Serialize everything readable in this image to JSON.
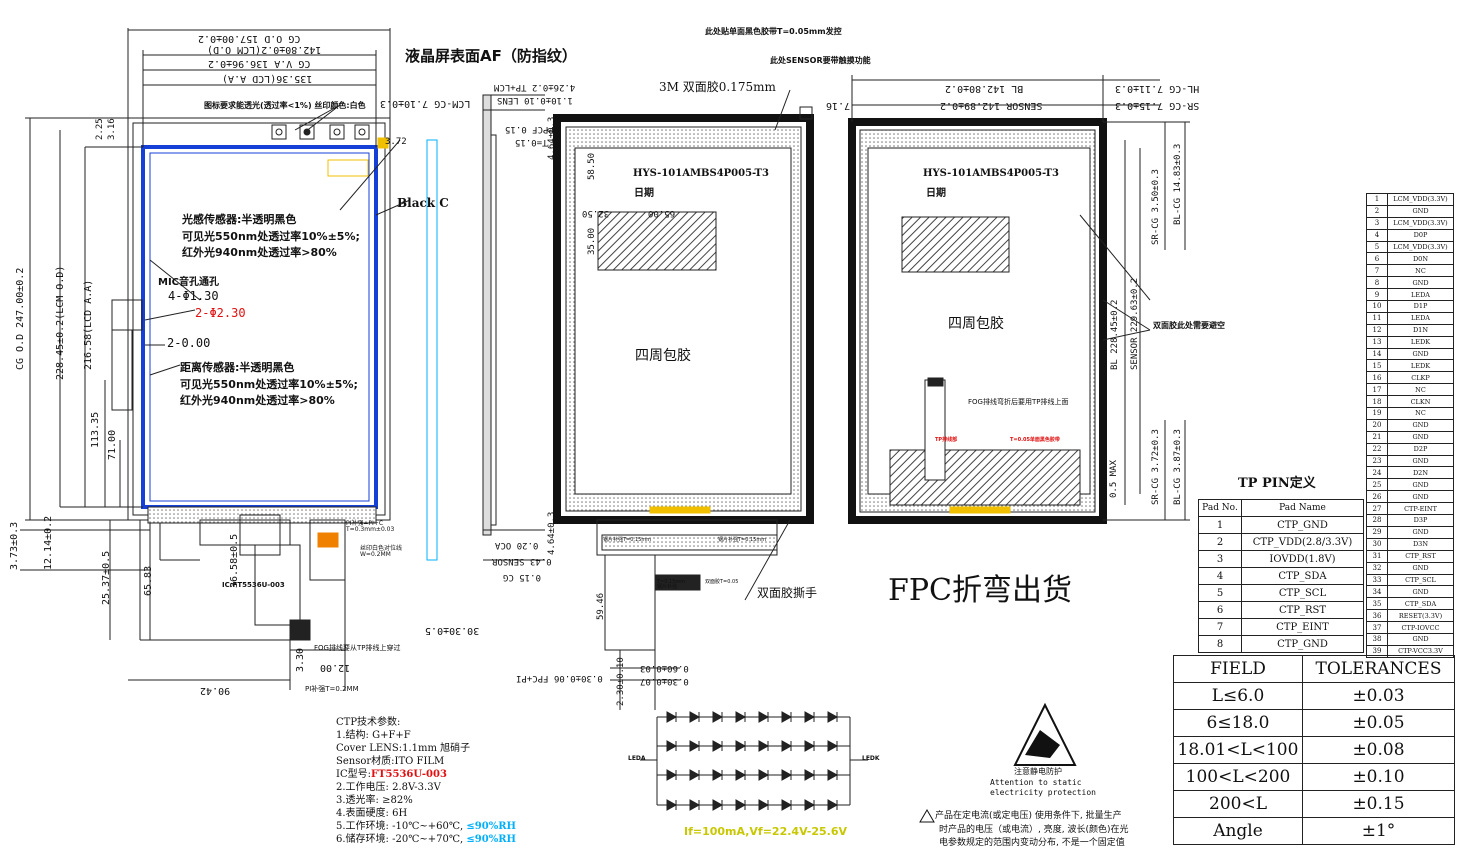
{
  "colors": {
    "lcd_blue": "#1540d8",
    "red": "#e01010",
    "cyan": "#00b0ff",
    "yellow": "#f0c000",
    "hatch": "#555555"
  },
  "left_view": {
    "dim_cg_width": "CG O.D 157.00±0.2",
    "dim_lcm_od": "142.80±0.2(LCM O.D)",
    "dim_cgva": "CG V.A 136.96±0.2",
    "dim_lcd_aa": "135.36(LCD A.A)",
    "note_top": "图标要求能透光(透过率<1%) 丝印颜色:白色",
    "dim_225": "2.25",
    "dim_316": "3.16",
    "dim_cg_height": "CG O.D 247.00±0.2",
    "dim_lcm_height": "228.45±0.2(LCM O.D)",
    "dim_lcd_height": "216.58(LCD A.A)",
    "dim_373": "3.73±0.3",
    "dim_1214": "12.14±0.2",
    "dim_2537": "25.37±0.5",
    "dim_6583": "65.83",
    "dim_11335": "113.35",
    "dim_7100": "71.00",
    "dim_3658": "36.58±0.5",
    "dim_330": "3.30",
    "dim_1200": "12.00",
    "dim_9042": "90.42",
    "dim_3030": "30.30±0.5",
    "dim_lcmcg": "LCM-CG 7.10±0.3",
    "dim_372": "3.72",
    "af_label": "液晶屏表面AF（防指纹）",
    "black_label": "Black C",
    "light_sensor": [
      "光感传感器:半透明黑色",
      "可见光550nm处透过率10%±5%;",
      "红外光940nm处透过率>80%"
    ],
    "mic_label": "MIC音孔通孔",
    "hole_a": "4-Φ1.30",
    "hole_b": "2-Φ2.30",
    "hole_c": "2-0.00",
    "distance_sensor": [
      "距离传感器:半透明黑色",
      "可见光550nm处透过率10%±5%;",
      "红外光940nm处透过率>80%"
    ],
    "ic_label": "IC:FT5536U-003",
    "pi_note": "PI补强=PI+C T=0.3mm±0.03",
    "silk_note": "丝印白色对位线 W=0.2MM",
    "fog_note": "FOG排线要从TP排线上穿过",
    "pi_bottom": "PI补强T=0.2MM"
  },
  "side_view": {
    "dim_a": "4.26±0.2 TP+LCM",
    "dim_b": "1.10±0.10 LENS",
    "dim_c": "T=0.15",
    "dim_d": "4.64±0.3",
    "dim_e": "4.64±0.3",
    "dim_f": "0.20 OCA",
    "dim_g": "0.43 SENSOR",
    "dim_h": "0.15 CG",
    "dim_i": "0.30±0.06 FPC+PI",
    "label_ppcf": "PPCF 0.15"
  },
  "back_view1": {
    "top_note": "此处贴单面黑色胶带T=0.05mm发控",
    "tape_note": "3M 双面胶0.175mm",
    "model": "HYS-101AMBS4P005-T3",
    "date": "日期",
    "dim_5850": "58.50",
    "dim_3250": "32.50",
    "dim_6500": "65.00",
    "dim_3500": "35.00",
    "wrap": "四周包胶",
    "dim_5946": "59.46",
    "dim_230": "2.30±0.10",
    "dim_060": "0.60±0.03",
    "dim_030": "0.30±0.07",
    "tear_label": "双面胶撕手",
    "fpc_note_a": "钢片补强T=0.15mm",
    "fpc_note_b": "钢片补强T=0.15mm",
    "fpc_note_c": "T=0.15mm钢片补强",
    "fpc_note_d": "双面胶T=0.05"
  },
  "back_view2": {
    "top_note": "此处SENSOR要带触摸功能",
    "dim_bl": "BL 142.80±0.2",
    "dim_sensor": "SENSOR 142.89±0.2",
    "dim_716": "7.16",
    "dim_hlcg": "HL-CG 7.11±0.3",
    "dim_srcg": "SR-CG 7.15±0.3",
    "model": "HYS-101AMBS4P005-T3",
    "date": "日期",
    "wrap": "四周包胶",
    "fog_note": "FOG排线弯折后要用TP排线上面",
    "tp_note": "TP排线部",
    "red_note": "T=0.05单面黑色胶带",
    "dim_srcg350": "SR-CG 3.50±0.3",
    "dim_blcg1483": "BL-CG 14.83±0.3",
    "dim_bl22845": "BL 228.45±0.2",
    "dim_sensor22963": "SENSOR 229.63±0.2",
    "tape_void": "双面胶此处需要避空",
    "dim_srcg372": "SR-CG 3.72±0.3",
    "dim_blcg387": "BL-CG 3.87±0.3",
    "dim_05max": "0.5 MAX",
    "fpc_title": "FPC折弯出货"
  },
  "ctp_spec": {
    "title": "CTP技术参数:",
    "lines": [
      {
        "text": "1.结构: G+F+F",
        "extra": ""
      },
      {
        "text": "Cover LENS:1.1mm 旭硝子",
        "extra": ""
      },
      {
        "text": "Sensor材质:ITO FILM",
        "extra": ""
      },
      {
        "text": "IC型号:",
        "extra": "FT5536U-003"
      },
      {
        "text": "2.工作电压: 2.8V-3.3V",
        "extra": ""
      },
      {
        "text": "3.透光率: ≥82%",
        "extra": ""
      },
      {
        "text": "4.表面硬度: 6H",
        "extra": ""
      },
      {
        "text": "5.工作环境: -10℃~+60℃, ",
        "extra": "≤90%RH"
      },
      {
        "text": "6.储存环境: -20℃~+70℃, ",
        "extra": "≤90%RH"
      }
    ]
  },
  "led": {
    "left": "LEDA",
    "right": "LEDK",
    "spec": "If=100mA,Vf=22.4V-25.6V"
  },
  "esd": {
    "cn": "注意静电防护",
    "en1": "Attention to static",
    "en2": "electricity protection"
  },
  "note_bottom": [
    "产品在定电流(或定电压) 使用条件下, 批量生产",
    "时产品的电压（或电流）, 亮度, 波长(颜色)在光",
    "电参数规定的范围内变动分布, 不是一个固定值"
  ],
  "lcm_pins": [
    {
      "n": "1",
      "name": "LCM_VDD(3.3V)"
    },
    {
      "n": "2",
      "name": "GND"
    },
    {
      "n": "3",
      "name": "LCM_VDD(3.3V)"
    },
    {
      "n": "4",
      "name": "D0P"
    },
    {
      "n": "5",
      "name": "LCM_VDD(3.3V)"
    },
    {
      "n": "6",
      "name": "D0N"
    },
    {
      "n": "7",
      "name": "NC"
    },
    {
      "n": "8",
      "name": "GND"
    },
    {
      "n": "9",
      "name": "LEDA"
    },
    {
      "n": "10",
      "name": "D1P"
    },
    {
      "n": "11",
      "name": "LEDA"
    },
    {
      "n": "12",
      "name": "D1N"
    },
    {
      "n": "13",
      "name": "LEDK"
    },
    {
      "n": "14",
      "name": "GND"
    },
    {
      "n": "15",
      "name": "LEDK"
    },
    {
      "n": "16",
      "name": "CLKP"
    },
    {
      "n": "17",
      "name": "NC"
    },
    {
      "n": "18",
      "name": "CLKN"
    },
    {
      "n": "19",
      "name": "NC"
    },
    {
      "n": "20",
      "name": "GND"
    },
    {
      "n": "21",
      "name": "GND"
    },
    {
      "n": "22",
      "name": "D2P"
    },
    {
      "n": "23",
      "name": "GND"
    },
    {
      "n": "24",
      "name": "D2N"
    },
    {
      "n": "25",
      "name": "GND"
    },
    {
      "n": "26",
      "name": "GND"
    },
    {
      "n": "27",
      "name": "CTP-EINT"
    },
    {
      "n": "28",
      "name": "D3P"
    },
    {
      "n": "29",
      "name": "GND"
    },
    {
      "n": "30",
      "name": "D3N"
    },
    {
      "n": "31",
      "name": "CTP_RST"
    },
    {
      "n": "32",
      "name": "GND"
    },
    {
      "n": "33",
      "name": "CTP_SCL"
    },
    {
      "n": "34",
      "name": "GND"
    },
    {
      "n": "35",
      "name": "CTP_SDA"
    },
    {
      "n": "36",
      "name": "RESET(3.3V)"
    },
    {
      "n": "37",
      "name": "CTP-IOVCC"
    },
    {
      "n": "38",
      "name": "GND"
    },
    {
      "n": "39",
      "name": "CTP-VCC3.3V"
    }
  ],
  "tp_pins": {
    "title": "TP PIN定义",
    "headers": [
      "Pad No.",
      "Pad Name"
    ],
    "rows": [
      {
        "n": "1",
        "name": "CTP_GND"
      },
      {
        "n": "2",
        "name": "CTP_VDD(2.8/3.3V)"
      },
      {
        "n": "3",
        "name": "IOVDD(1.8V)"
      },
      {
        "n": "4",
        "name": "CTP_SDA"
      },
      {
        "n": "5",
        "name": "CTP_SCL"
      },
      {
        "n": "6",
        "name": "CTP_RST"
      },
      {
        "n": "7",
        "name": "CTP_EINT"
      },
      {
        "n": "8",
        "name": "CTP_GND"
      }
    ]
  },
  "tolerances": {
    "headers": [
      "FIELD",
      "TOLERANCES"
    ],
    "rows": [
      {
        "field": "L≤6.0",
        "tol": "±0.03"
      },
      {
        "field": "6≤18.0",
        "tol": "±0.05"
      },
      {
        "field": "18.01<L<100",
        "tol": "±0.08"
      },
      {
        "field": "100<L<200",
        "tol": "±0.10"
      },
      {
        "field": "200<L",
        "tol": "±0.15"
      },
      {
        "field": "Angle",
        "tol": "±1°"
      }
    ]
  }
}
